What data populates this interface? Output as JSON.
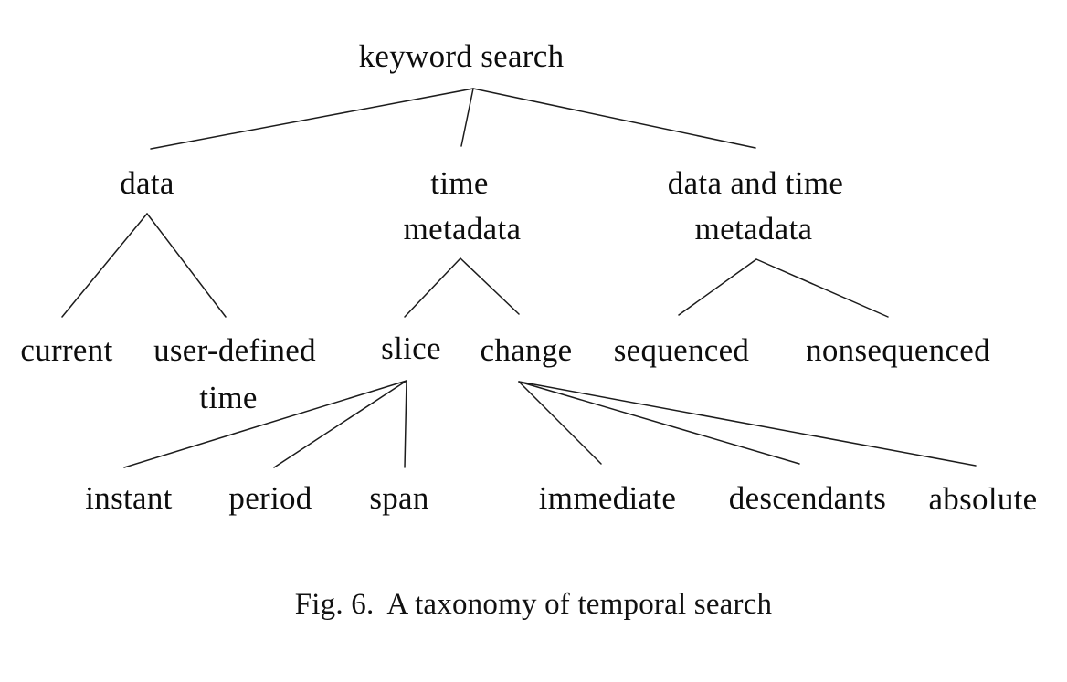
{
  "figure": {
    "caption_prefix": "Fig. 6.",
    "caption_text": "A taxonomy of temporal search"
  },
  "colors": {
    "background": "#ffffff",
    "text": "#0d0d0d",
    "line": "#1c1c1c"
  },
  "tree": {
    "nodes": {
      "root": "keyword search",
      "data": "data",
      "time_metadata_line1": "time",
      "time_metadata_line2": "metadata",
      "data_and_time_line1": "data and time",
      "data_and_time_line2": "metadata",
      "current": "current",
      "user_defined_line1": "user-defined",
      "user_defined_line2": "time",
      "slice": "slice",
      "change": "change",
      "sequenced": "sequenced",
      "nonsequenced": "nonsequenced",
      "instant": "instant",
      "period": "period",
      "span": "span",
      "immediate": "immediate",
      "descendants": "descendants",
      "absolute": "absolute"
    },
    "edges": [
      {
        "from": "keyword search",
        "to": "data"
      },
      {
        "from": "keyword search",
        "to": "time metadata"
      },
      {
        "from": "keyword search",
        "to": "data and time metadata"
      },
      {
        "from": "data",
        "to": "current"
      },
      {
        "from": "data",
        "to": "user-defined time"
      },
      {
        "from": "time metadata",
        "to": "slice"
      },
      {
        "from": "time metadata",
        "to": "change"
      },
      {
        "from": "data and time metadata",
        "to": "sequenced"
      },
      {
        "from": "data and time metadata",
        "to": "nonsequenced"
      },
      {
        "from": "slice",
        "to": "instant"
      },
      {
        "from": "slice",
        "to": "period"
      },
      {
        "from": "slice",
        "to": "span"
      },
      {
        "from": "change",
        "to": "immediate"
      },
      {
        "from": "change",
        "to": "descendants"
      },
      {
        "from": "change",
        "to": "absolute"
      }
    ]
  }
}
